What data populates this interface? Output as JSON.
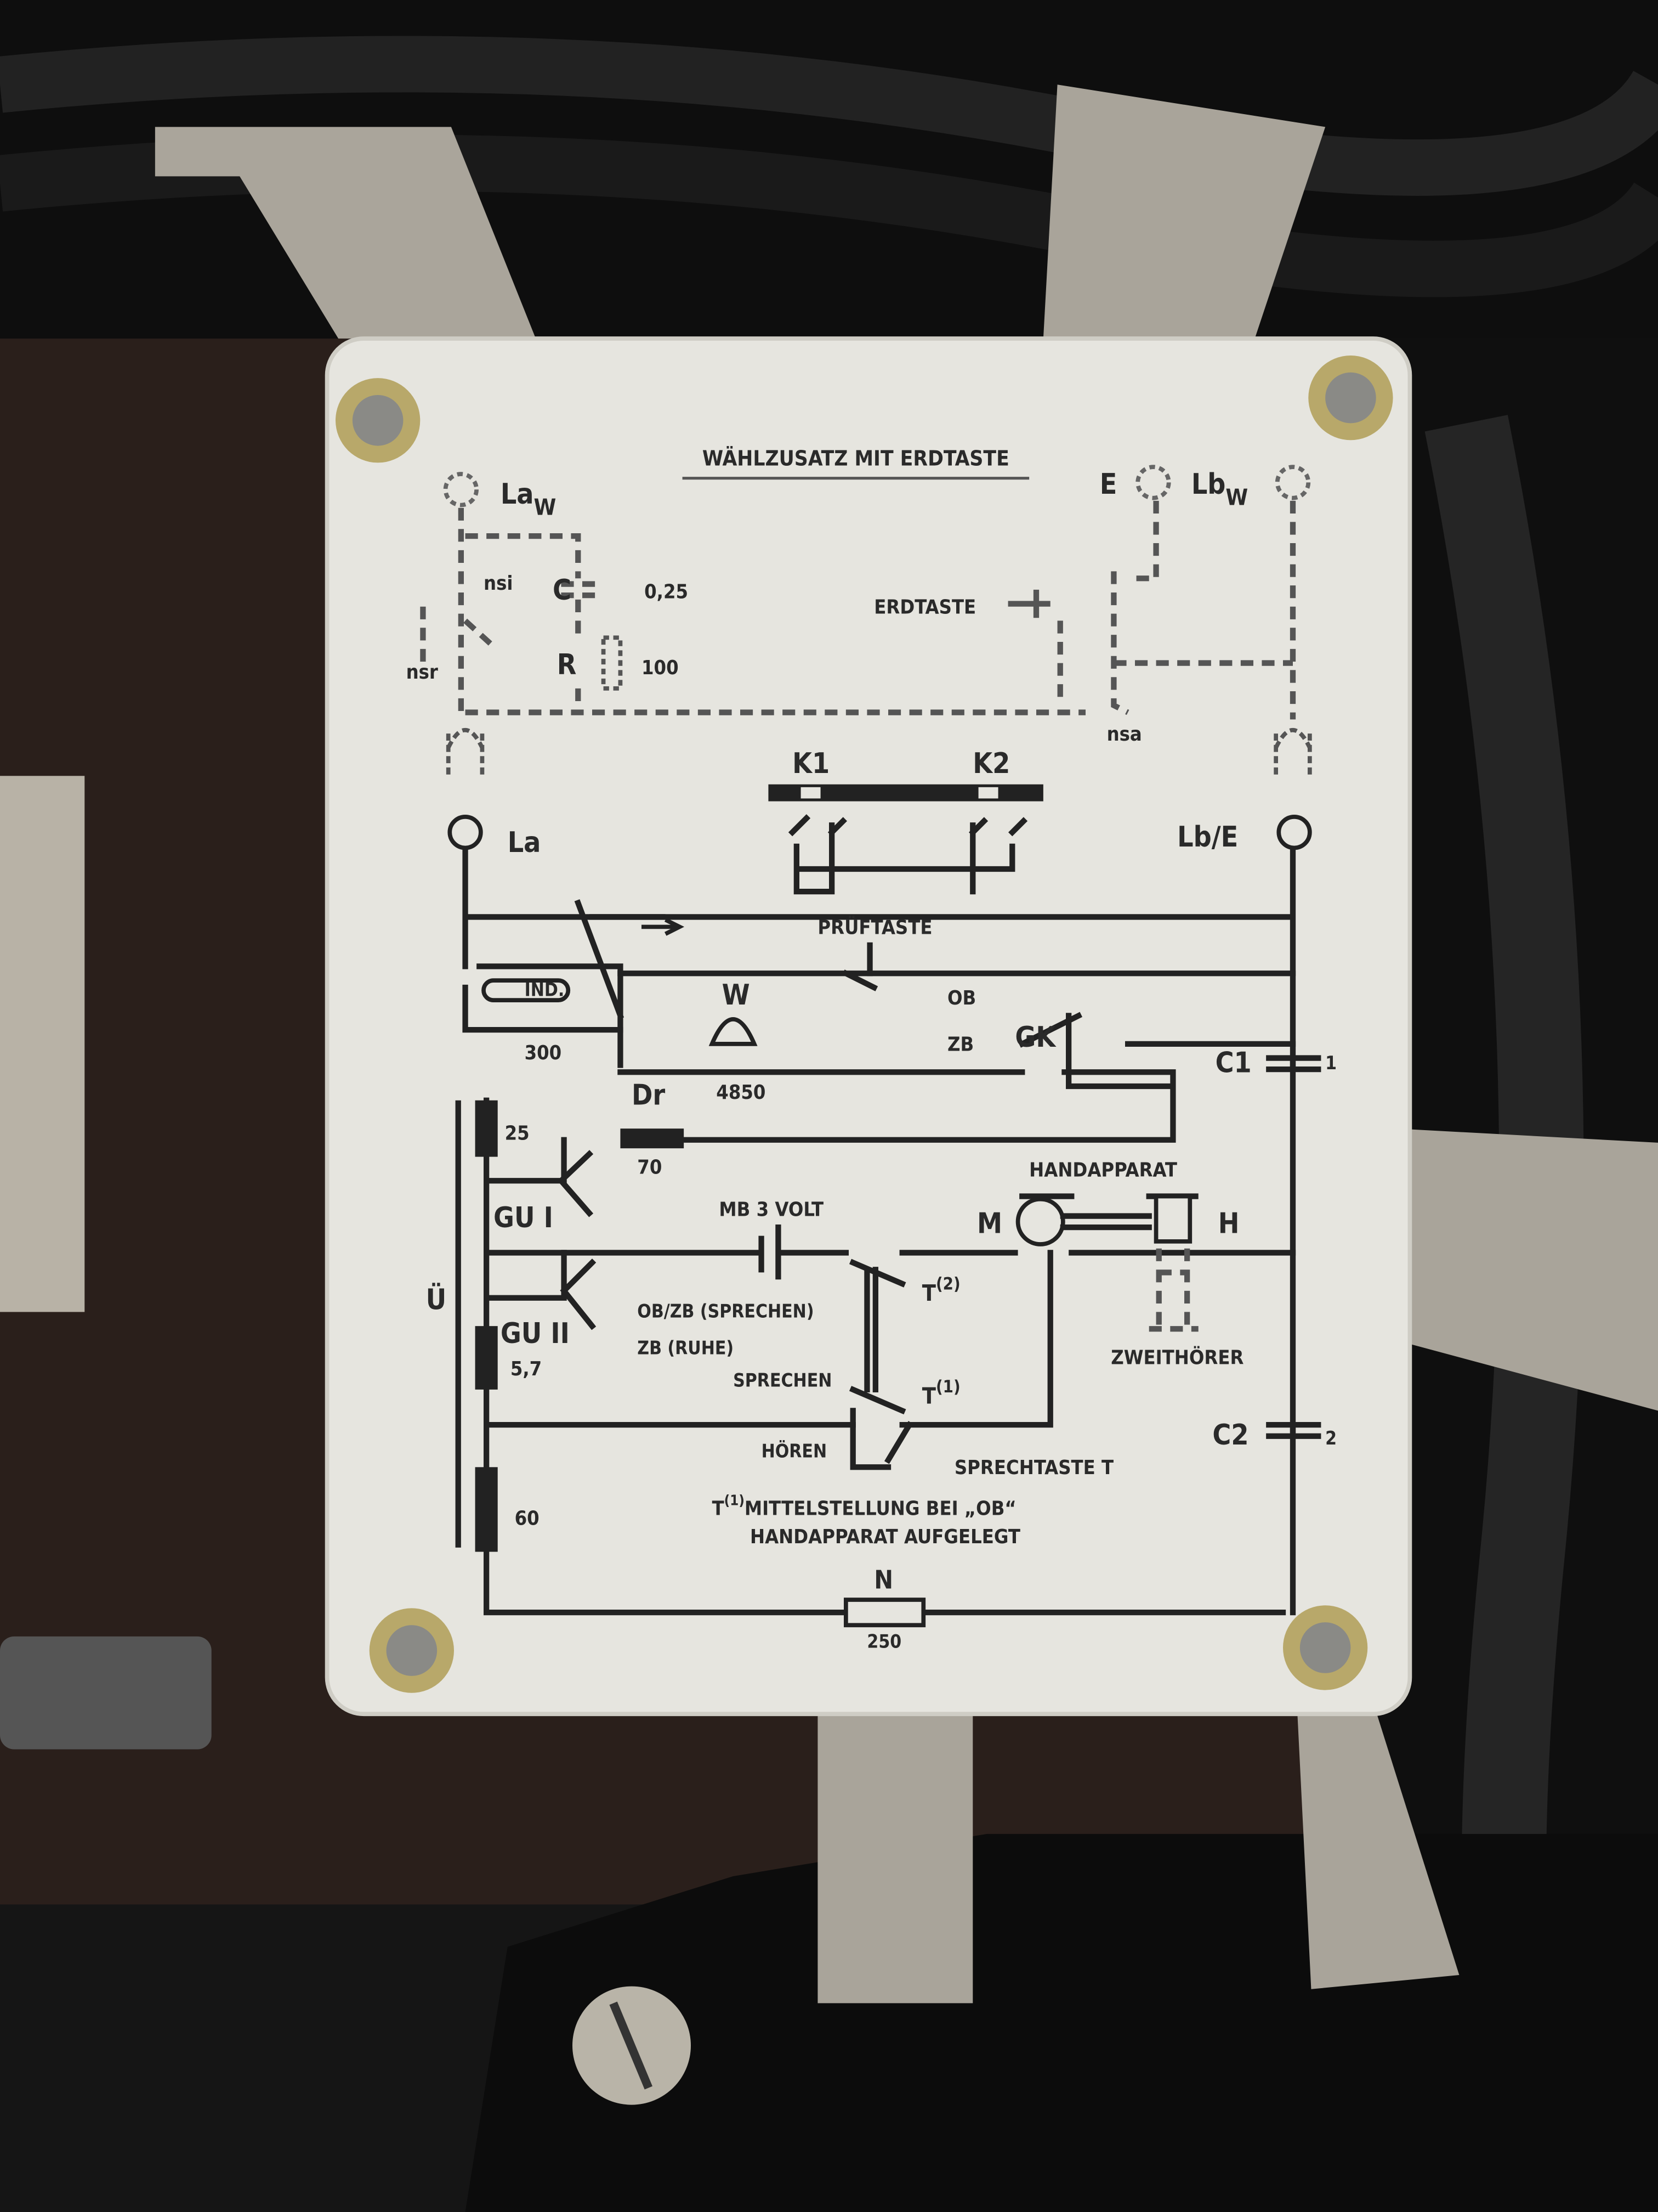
{
  "plate": {
    "title": "WÄHLZUSATZ MIT ERDTASTE",
    "top_section": {
      "la_w": "La",
      "la_w_sub": "W",
      "e": "E",
      "lb_w": "Lb",
      "lb_w_sub": "W",
      "nsi": "nsi",
      "nsr": "nsr",
      "nsa": "nsa",
      "c": "C",
      "c_value": "0,25",
      "r": "R",
      "r_value": "100",
      "erdtaste": "ERDTASTE"
    },
    "main_section": {
      "k1": "K1",
      "k2": "K2",
      "la": "La",
      "lb_e": "Lb/E",
      "prueftaste": "PRÜFTASTE",
      "ind": "IND.",
      "ind_value": "300",
      "w": "W",
      "w_value": "4850",
      "ob": "OB",
      "zb": "ZB",
      "gk": "GK",
      "c1": "C1",
      "c1_value": "1",
      "dr": "Dr",
      "dr_value": "70",
      "r25": "25",
      "handapparat": "HANDAPPARAT",
      "gu1": "GU I",
      "mb": "MB 3 VOLT",
      "m": "M",
      "h": "H",
      "ue": "Ü",
      "t2": "T",
      "t2_sup": "(2)",
      "ob_zb_sprechen": "OB/ZB (SPRECHEN)",
      "zb_ruhe": "ZB (RUHE)",
      "gu2": "GU II",
      "r57": "5,7",
      "zweithoerer": "ZWEITHÖRER",
      "sprechen": "SPRECHEN",
      "t1": "T",
      "t1_sup": "(1)",
      "c2": "C2",
      "c2_value": "2",
      "hoeren": "HÖREN",
      "sprechtaste": "SPRECHTASTE T",
      "r60": "60",
      "note_t": "T",
      "note_sup": "(1)",
      "note_line1": "MITTELSTELLUNG BEI „OB“",
      "note_line2": "HANDAPPARAT AUFGELEGT",
      "n": "N",
      "n_value": "250"
    }
  },
  "colors": {
    "plate": "#e6e5df",
    "ink": "#222222",
    "bracket": "#a9a49a",
    "case": "#2a1f1b",
    "cord": "#101010"
  }
}
